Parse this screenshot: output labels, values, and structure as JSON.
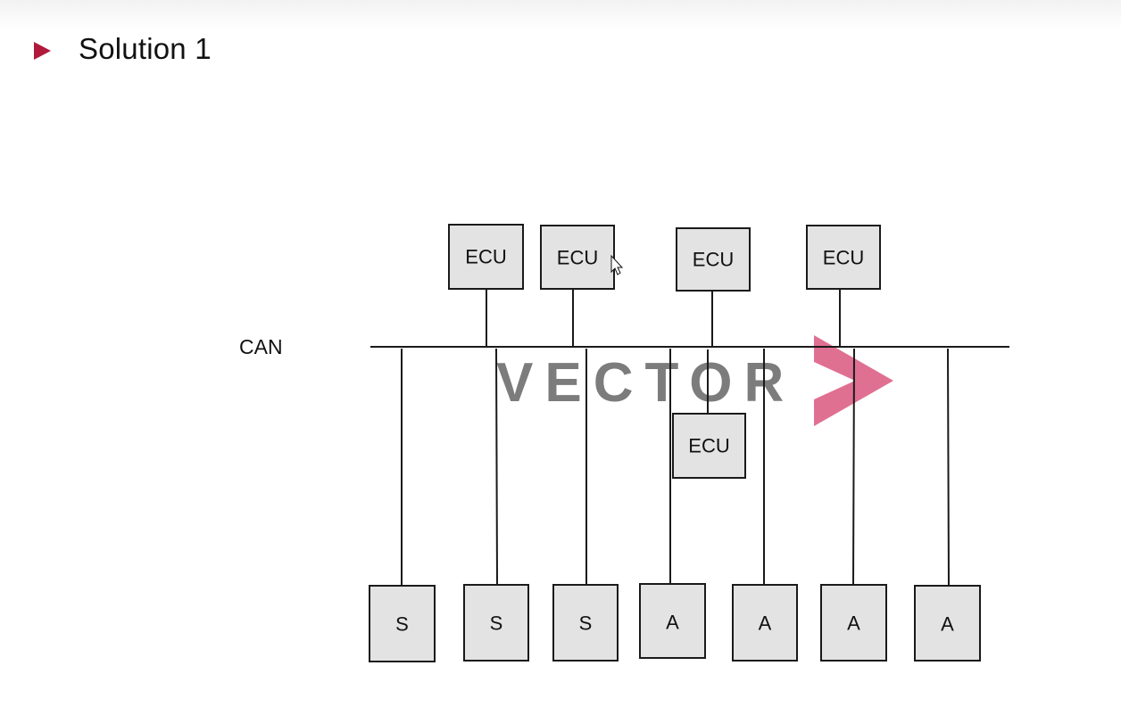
{
  "slide": {
    "title": "Solution 1",
    "bullet_icon": "red-triangle-bullet-icon",
    "bullet_color": "#b0193a"
  },
  "diagram": {
    "bus_label": "CAN",
    "top_ecus": [
      {
        "label": "ECU"
      },
      {
        "label": "ECU"
      },
      {
        "label": "ECU"
      },
      {
        "label": "ECU"
      }
    ],
    "middle_ecu": {
      "label": "ECU"
    },
    "sensors": [
      {
        "label": "S"
      },
      {
        "label": "S"
      },
      {
        "label": "S"
      }
    ],
    "actuators": [
      {
        "label": "A"
      },
      {
        "label": "A"
      },
      {
        "label": "A"
      },
      {
        "label": "A"
      }
    ]
  },
  "watermark": {
    "text": "VECTOR",
    "mark_color": "#d9517a",
    "text_color": "#6b6b6b"
  },
  "cursor_icon": "mouse-pointer-icon"
}
